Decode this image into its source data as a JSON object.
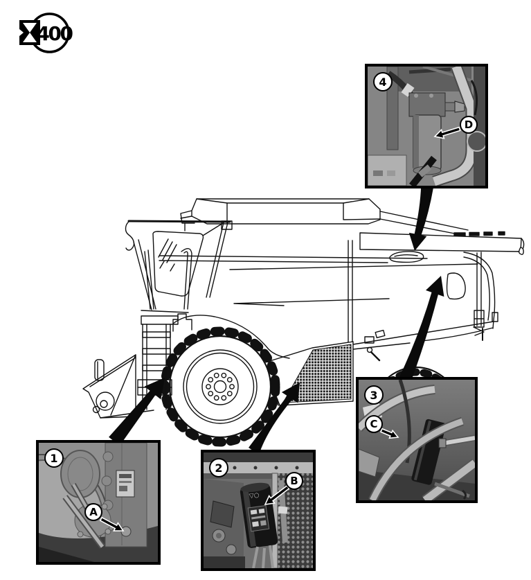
{
  "page": {
    "background": "#ffffff",
    "line_color": "#111111"
  },
  "service_interval": {
    "icon": "hourglass-icon",
    "hours": "400"
  },
  "figure": {
    "subject": "combine harvester side view with maintenance point callouts"
  },
  "callouts": [
    {
      "number": "1",
      "letter": "A"
    },
    {
      "number": "2",
      "letter": "B"
    },
    {
      "number": "3",
      "letter": "C"
    },
    {
      "number": "4",
      "letter": "D"
    }
  ]
}
